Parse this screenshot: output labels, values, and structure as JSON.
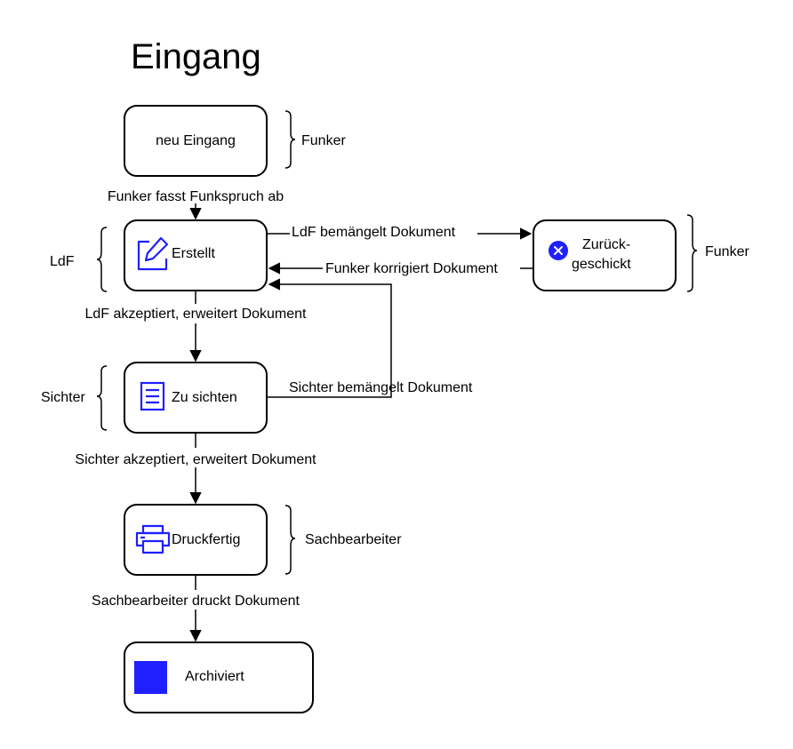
{
  "title": "Eingang",
  "nodes": {
    "new": {
      "label": "neu Eingang",
      "icon": "none"
    },
    "created": {
      "label": "Erstellt",
      "icon": "edit-icon"
    },
    "returned": {
      "label_line1": "Zurück-",
      "label_line2": "geschickt",
      "icon": "close-circle-icon"
    },
    "review": {
      "label": "Zu sichten",
      "icon": "document-icon"
    },
    "print": {
      "label": "Druckfertig",
      "icon": "printer-icon"
    },
    "archived": {
      "label": "Archiviert",
      "icon": "square-icon"
    }
  },
  "edges": {
    "new_to_created": "Funker fasst Funkspruch ab",
    "created_to_returned": "LdF bemängelt Dokument",
    "returned_to_created": "Funker korrigiert Dokument",
    "created_to_review": "LdF akzeptiert, erweitert Dokument",
    "review_to_created": "Sichter bemängelt Dokument",
    "review_to_print": "Sichter akzeptiert, erweitert Dokument",
    "print_to_archived": "Sachbearbeiter druckt Dokument"
  },
  "roles": {
    "new": "Funker",
    "created": "LdF",
    "returned": "Funker",
    "review": "Sichter",
    "print": "Sachbearbeiter"
  },
  "colors": {
    "accent": "#1f1fff",
    "stroke": "#000000",
    "background": "#ffffff"
  }
}
